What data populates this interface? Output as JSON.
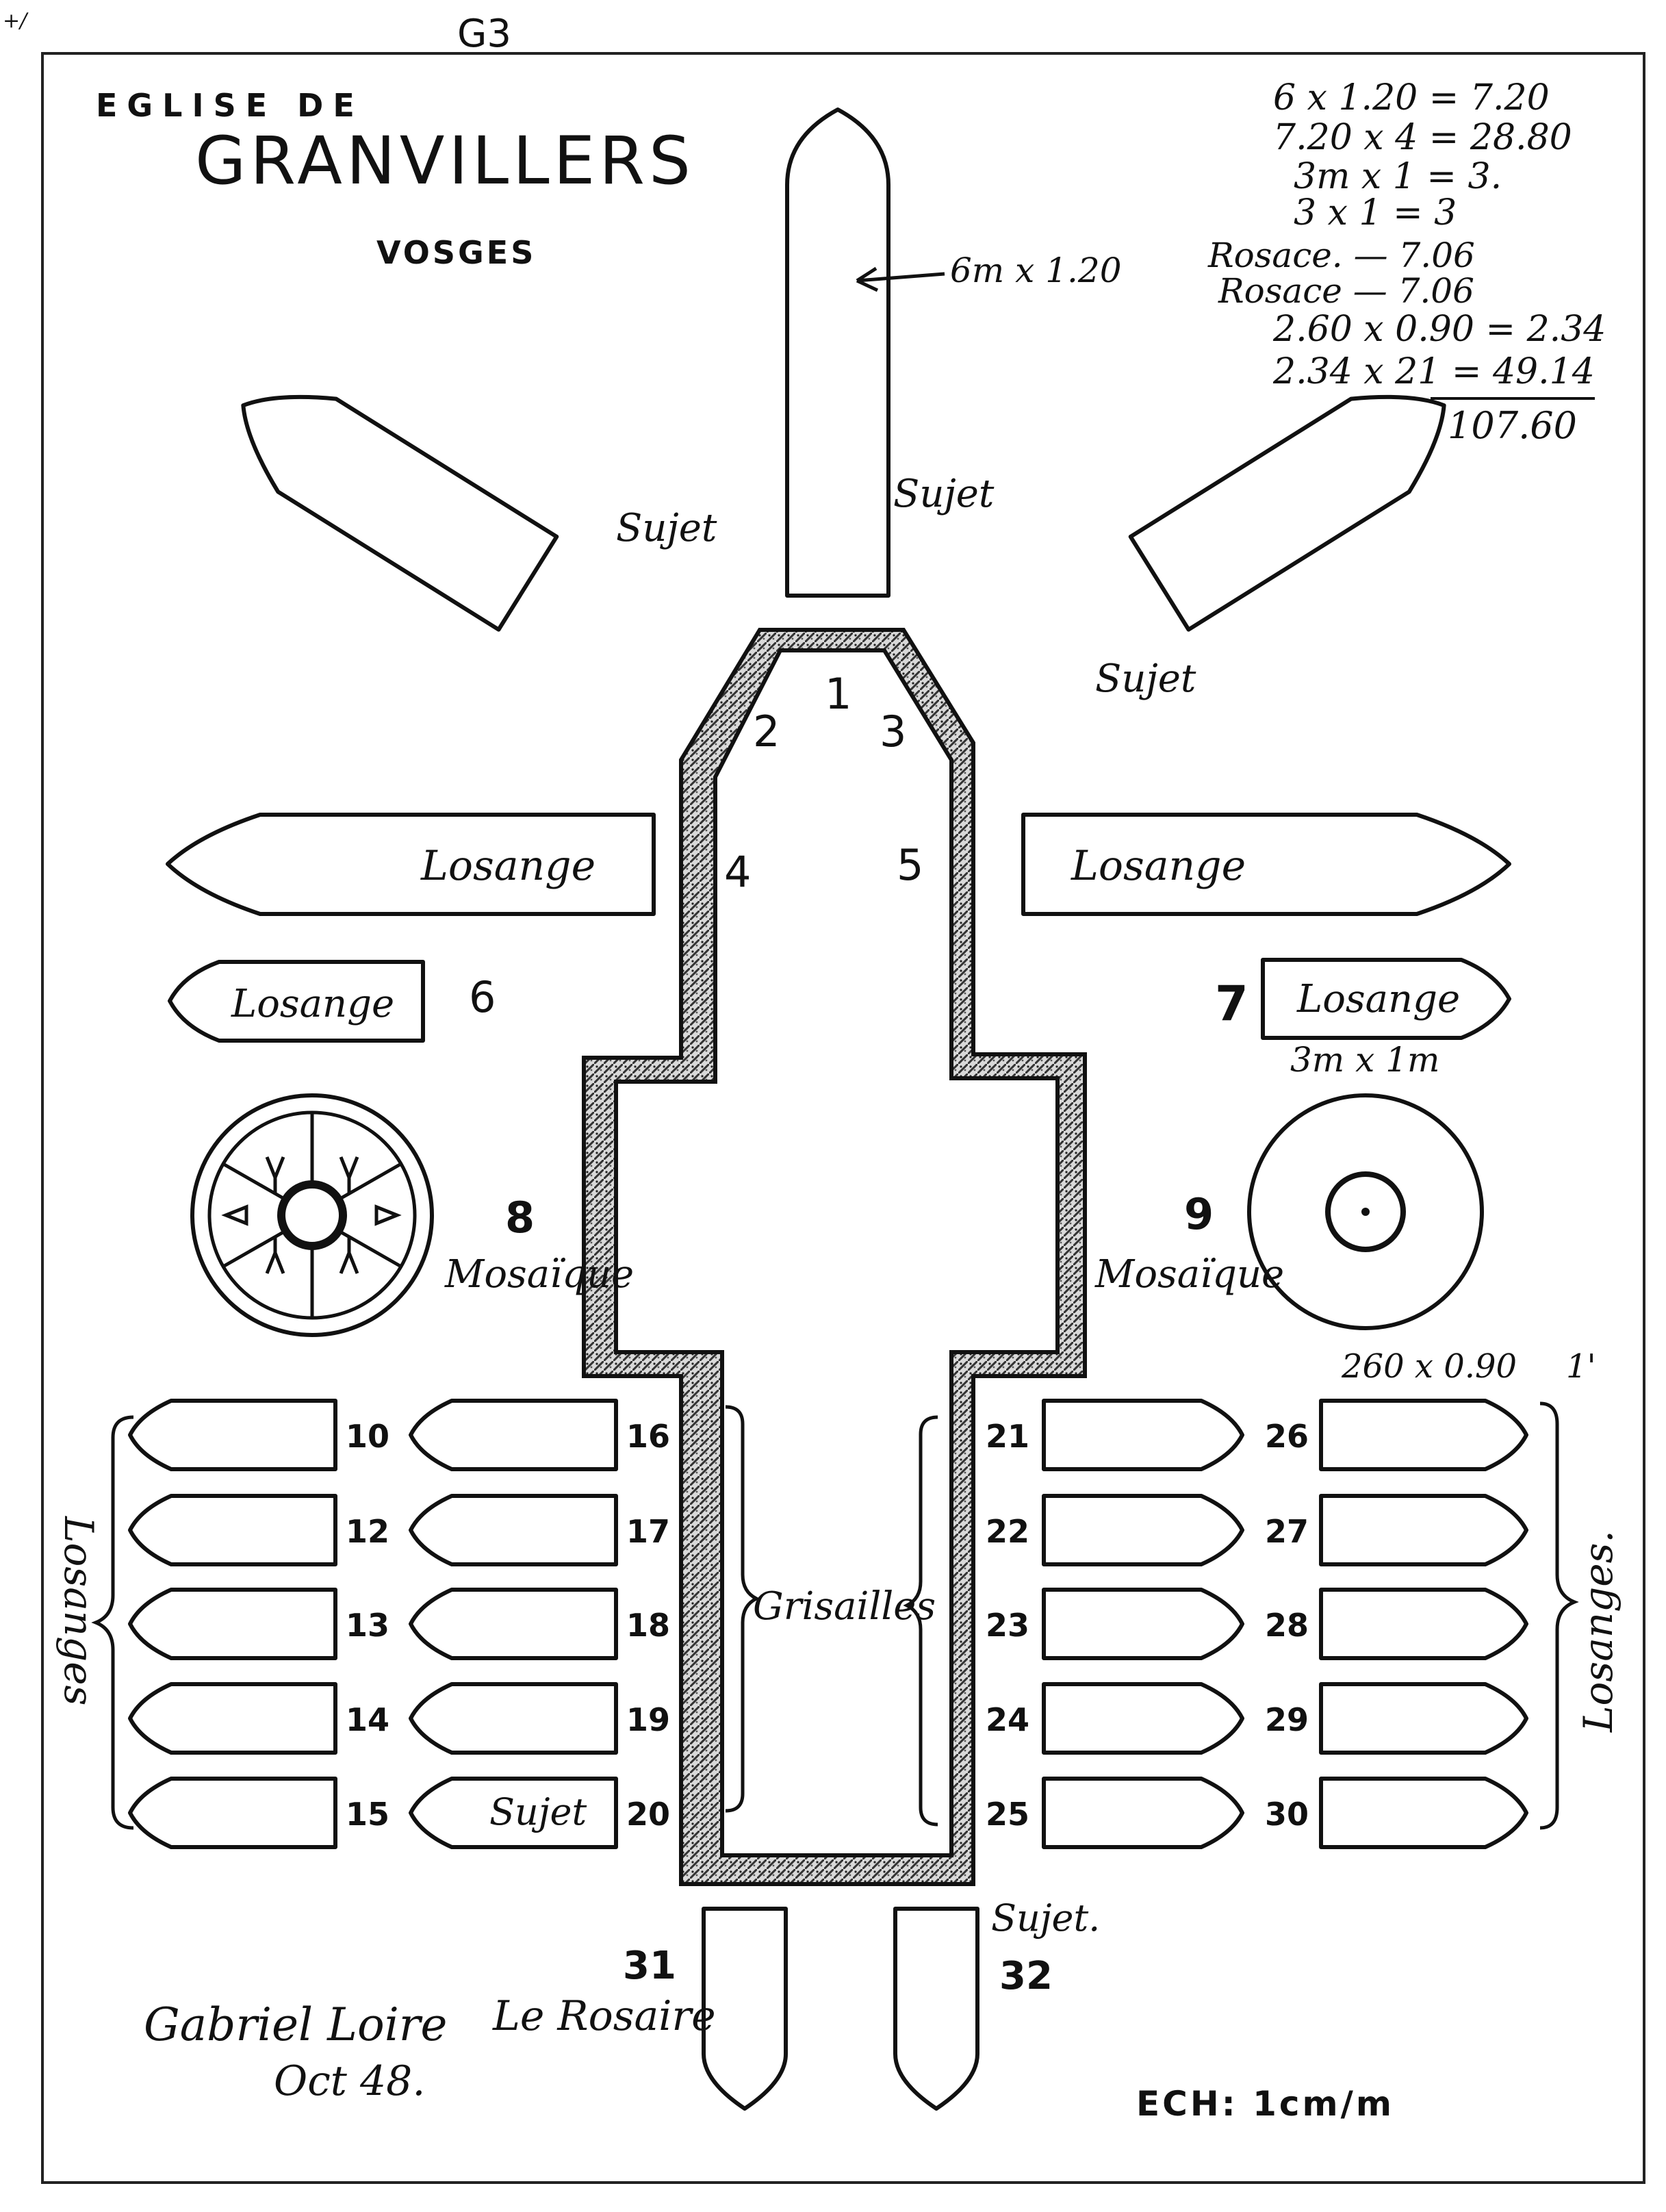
{
  "header": {
    "page_ref": "G3",
    "corner_mark": "+/",
    "title_prefix": "EGLISE DE",
    "title": "GRANVILLERS",
    "region": "VOSGES"
  },
  "calculations": [
    "6 x 1.20 = 7.20",
    "7.20 x 4 = 28.80",
    "3m x 1 = 3.",
    "3 x 1 = 3",
    "Rosace. — 7.06",
    "Rosace — 7.06",
    "2.60 x 0.90 = 2.34",
    "2.34 x 21 = 49.14",
    "107.60"
  ],
  "dimensions": {
    "top_window": "6m x 1.20",
    "window_7": "3m x 1m",
    "small_windows": "260 x 0.90",
    "small_windows_note": "1'"
  },
  "choir": {
    "num_1": "1",
    "num_2": "2",
    "num_3": "3",
    "num_4": "4",
    "num_5": "5"
  },
  "labels": {
    "sujet": "Sujet",
    "losange": "Losange",
    "losanges": "Losanges",
    "losanges_right": "Losanges.",
    "mosaique": "Mosaïque",
    "grisailles": "Grisailles",
    "rosaire": "Le Rosaire",
    "sujet_32": "Sujet."
  },
  "numbers": {
    "n6": "6",
    "n7": "7",
    "n8": "8",
    "n9": "9",
    "left_col1": [
      "10",
      "12",
      "13",
      "14",
      "15"
    ],
    "left_col2": [
      "16",
      "17",
      "18",
      "19",
      "20"
    ],
    "right_col1": [
      "21",
      "22",
      "23",
      "24",
      "25"
    ],
    "right_col2": [
      "26",
      "27",
      "28",
      "29",
      "30"
    ],
    "n31": "31",
    "n32": "32"
  },
  "signature": {
    "name": "Gabriel Loire",
    "date": "Oct 48."
  },
  "scale": "ECH: 1cm/m"
}
